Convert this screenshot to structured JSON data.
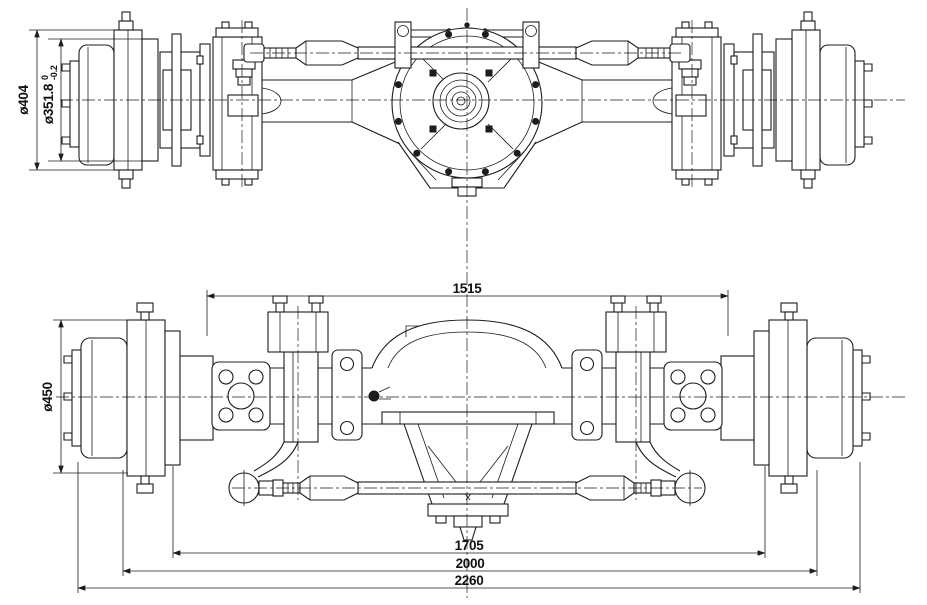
{
  "canvas": {
    "background": "#ffffff",
    "line_color": "#1c1c1c"
  },
  "dimensions": {
    "hub_flange_outer_diameter": {
      "label": "ø404"
    },
    "hub_pilot_diameter": {
      "label": "ø351.8",
      "tolerance_upper": "0",
      "tolerance_lower": "-0.2"
    },
    "brake_drum_diameter": {
      "label": "ø450"
    },
    "spring_seat_span": {
      "label": "1515"
    },
    "tie_rod_span": {
      "label": "1705"
    },
    "brake_mounting_span": {
      "label": "2000"
    },
    "overall_axle_width": {
      "label": "2260"
    }
  }
}
